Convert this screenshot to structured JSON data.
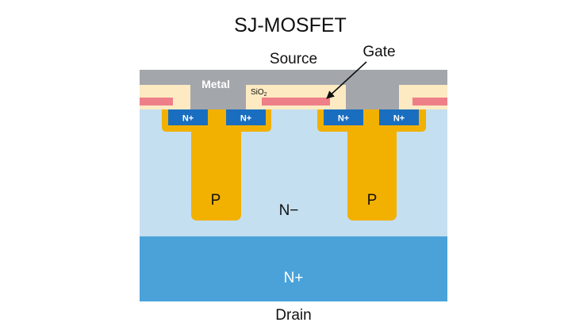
{
  "title": "SJ-MOSFET",
  "labels": {
    "source": "Source",
    "gate": "Gate",
    "metal": "Metal",
    "sio2_main": "SiO",
    "sio2_sub": "2",
    "n_plus": "N+",
    "p": "P",
    "n_minus": "N−",
    "substrate": "N+",
    "drain": "Drain"
  },
  "colors": {
    "metal": "#a3a6ab",
    "oxide": "#fdeac2",
    "gate": "#ee7f88",
    "n_plus_implant": "#1a6ec0",
    "p_region": "#f2b000",
    "drift": "#c4dff0",
    "substrate": "#4aa2d9"
  }
}
